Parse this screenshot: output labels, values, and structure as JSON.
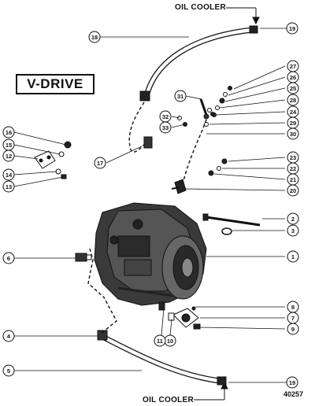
{
  "title": "V-DRIVE",
  "oil_cooler_top": "OIL COOLER",
  "oil_cooler_bottom": "OIL COOLER",
  "figure_number": "40257",
  "callouts": [
    "1",
    "2",
    "3",
    "4",
    "5",
    "6",
    "7",
    "8",
    "9",
    "10",
    "11",
    "12",
    "13",
    "14",
    "15",
    "16",
    "17",
    "18",
    "19",
    "19",
    "20",
    "21",
    "22",
    "23",
    "24",
    "25",
    "26",
    "27",
    "28",
    "29",
    "30",
    "31",
    "32",
    "33"
  ]
}
